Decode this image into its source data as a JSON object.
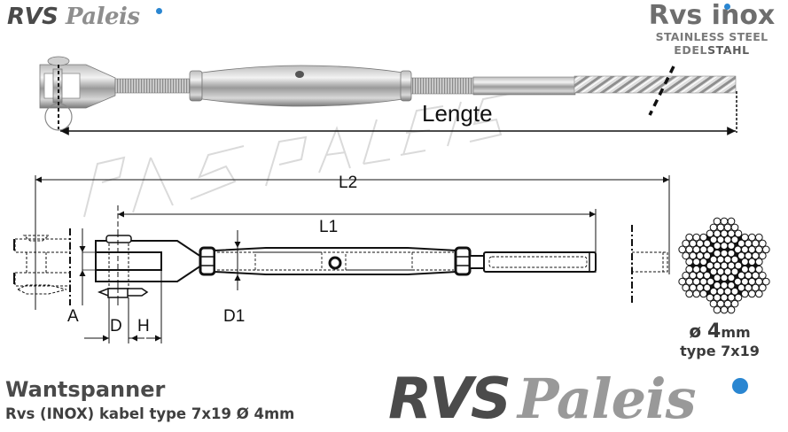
{
  "brand": {
    "logo_rvs": "RVS",
    "logo_paleis": "Paleis",
    "accent_color": "#2a86d1"
  },
  "inox_badge": {
    "line1": "Rvs inox",
    "line2": "STAINLESS STEEL",
    "line3_a": "EDEL",
    "line3_b": "STAHL"
  },
  "photo": {
    "dimension_label": "Lengte"
  },
  "drawing": {
    "labels": {
      "L2": "L2",
      "L1": "L1",
      "A": "A",
      "D": "D",
      "H": "H",
      "D1": "D1"
    },
    "watermark": "RVS PALEIS"
  },
  "cable": {
    "diameter_symbol": "ø",
    "diameter_value": "4",
    "diameter_unit": "mm",
    "type": "type 7x19"
  },
  "product": {
    "title": "Wantspanner",
    "subtitle": "Rvs (INOX) kabel type 7x19 Ø 4mm"
  }
}
